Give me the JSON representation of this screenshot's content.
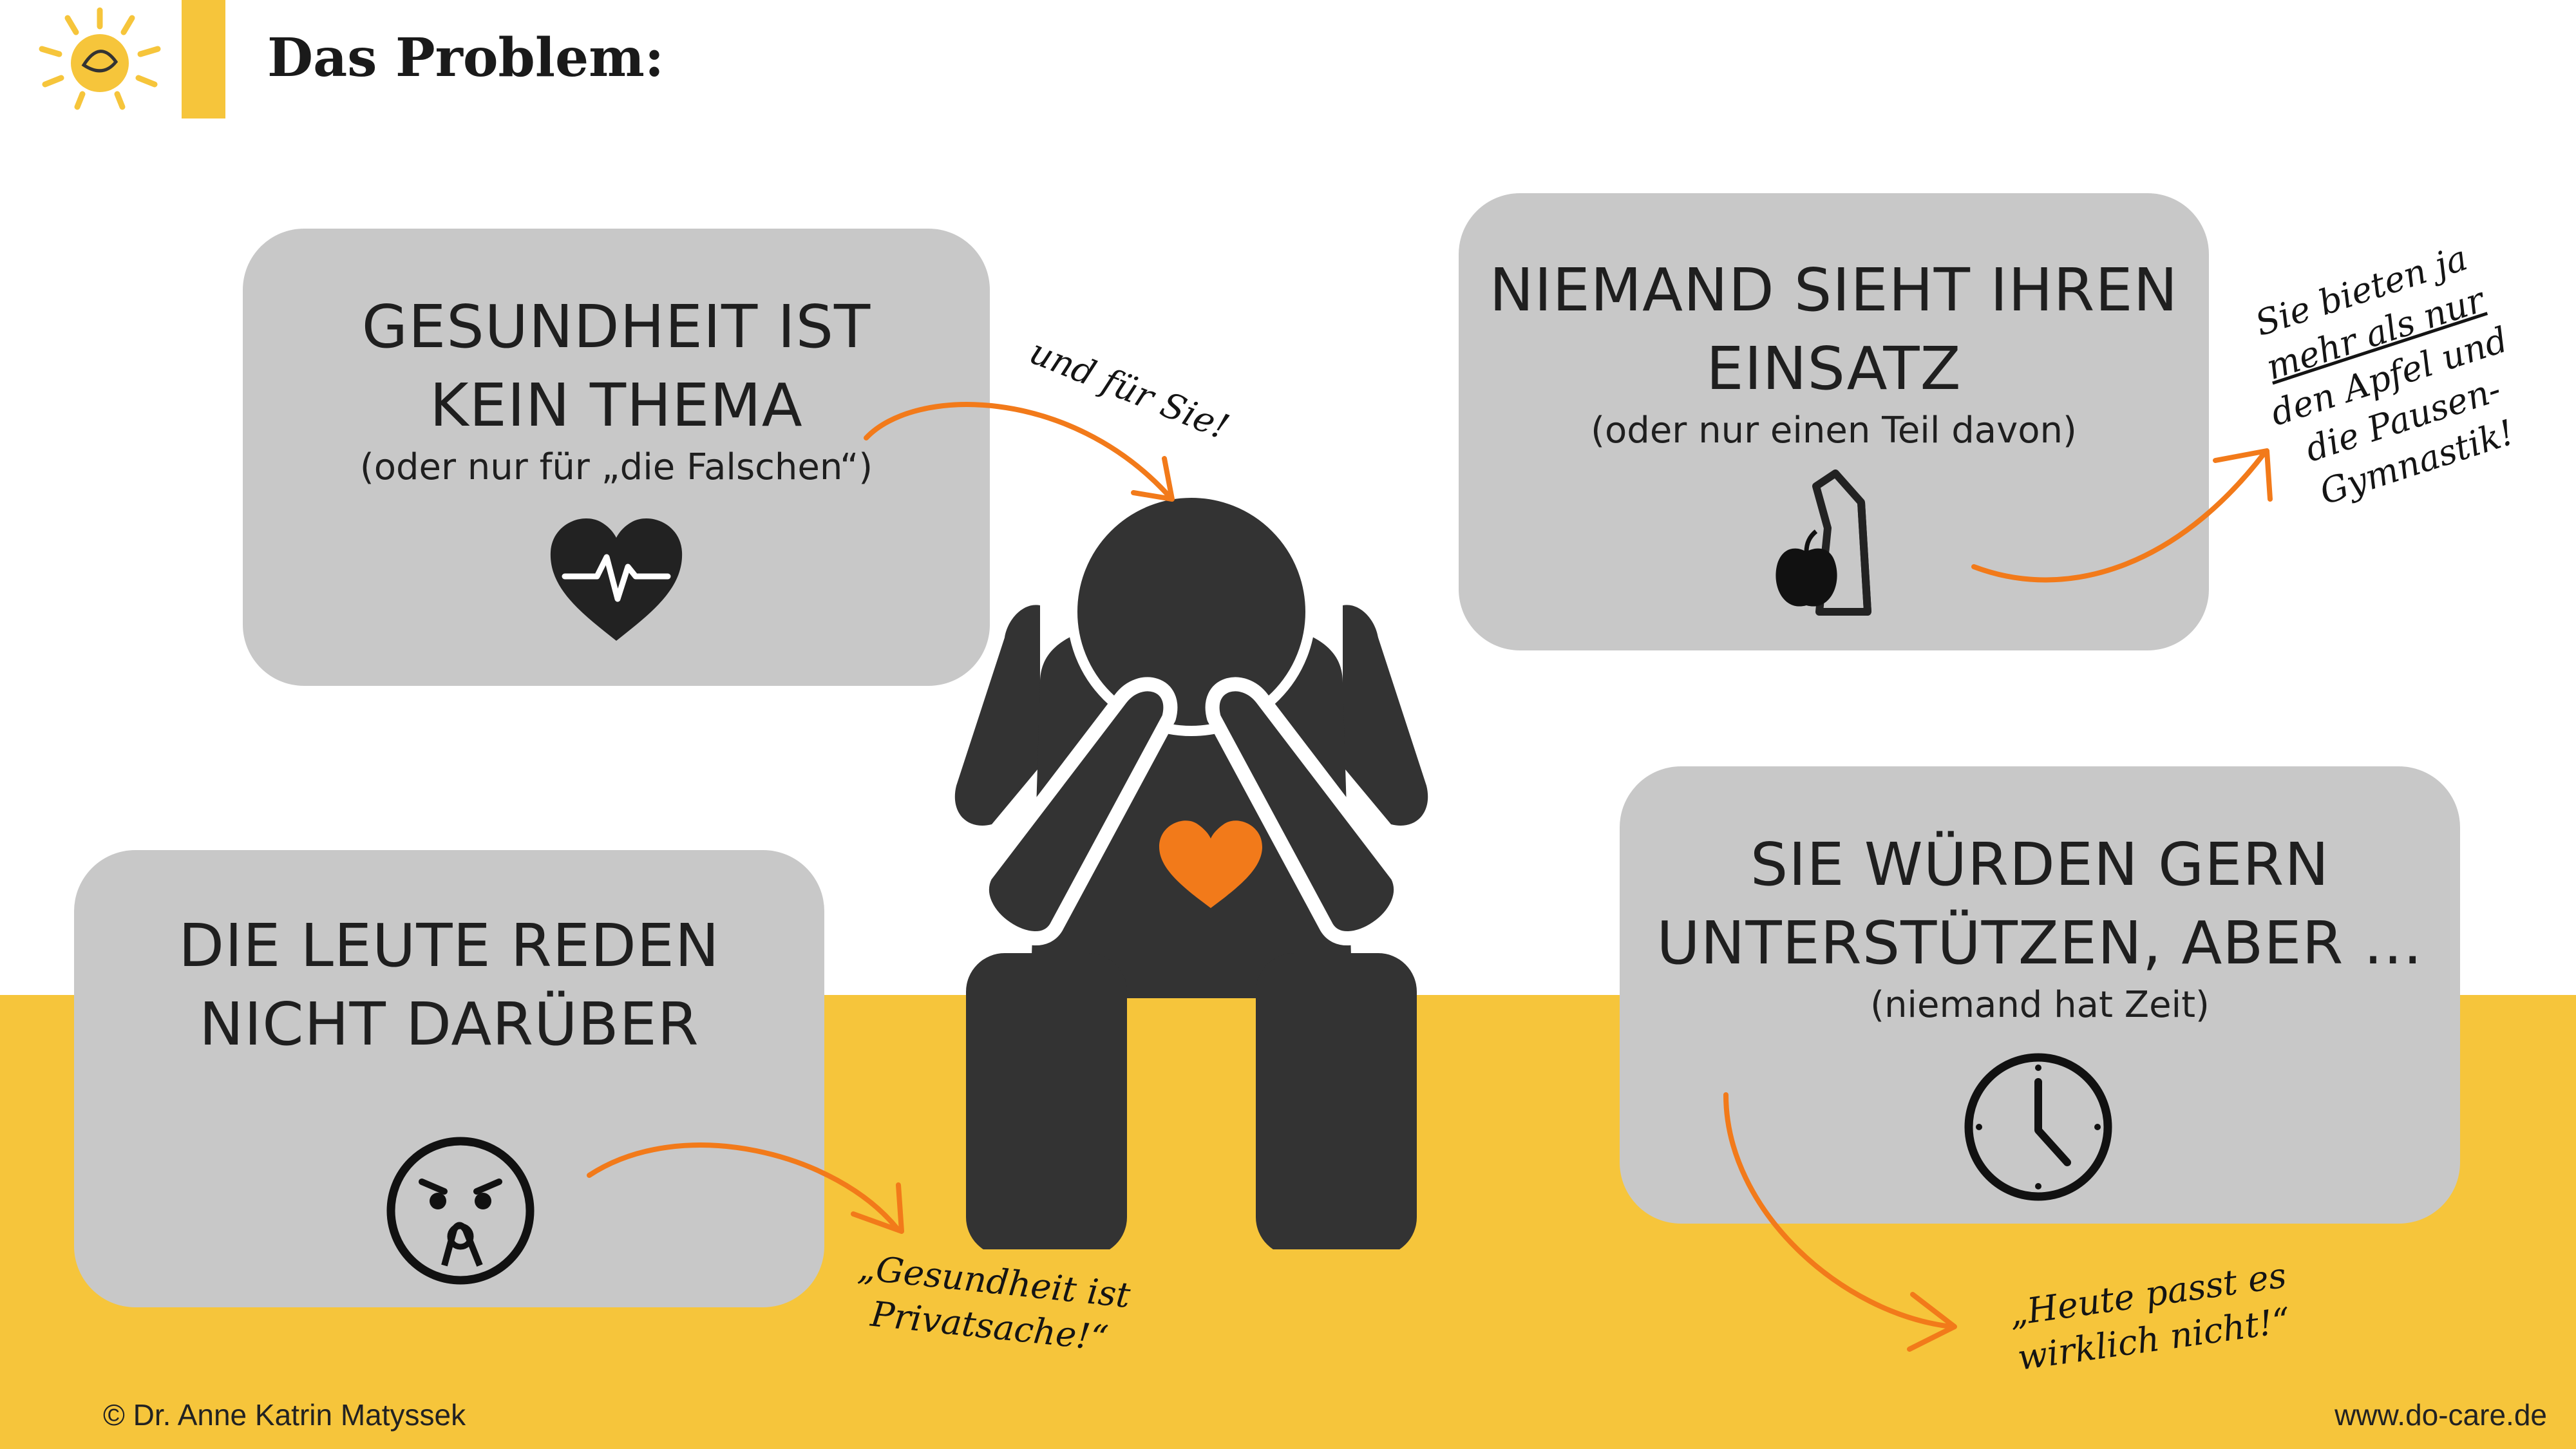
{
  "header": {
    "title": "Das Problem:"
  },
  "cards": {
    "health": {
      "heading_lines": [
        "GESUNDHEIT IST",
        "KEIN THEMA"
      ],
      "sub": "(oder nur für „die Falschen“)",
      "icon": "heartbeat-icon"
    },
    "nobody": {
      "heading_lines": [
        "NIEMAND SIEHT IHREN",
        "EINSATZ"
      ],
      "sub": "(oder nur einen Teil davon)",
      "icon": "apple-bag-icon"
    },
    "talk": {
      "heading_lines": [
        "DIE LEUTE REDEN",
        "NICHT DARÜBER"
      ],
      "icon": "shushing-face-icon"
    },
    "support": {
      "heading_lines": [
        "SIE WÜRDEN GERN",
        "UNTERSTÜTZEN, ABER …"
      ],
      "sub": "(niemand hat Zeit)",
      "icon": "clock-icon"
    }
  },
  "notes": {
    "for_you": "und für Sie!",
    "more_lines": [
      "Sie bieten ja",
      "mehr als nur",
      "den Apfel und",
      "die Pausen-",
      "Gymnastik!"
    ],
    "private_lines": [
      "„Gesundheit ist",
      "Privatsache!“"
    ],
    "today_lines": [
      "„Heute passt es",
      "wirklich nicht!“"
    ]
  },
  "footer": {
    "copyright": "©  Dr. Anne Katrin Matyssek",
    "website": "www.do-care.de"
  },
  "colors": {
    "accent_yellow": "#f6c53b",
    "card_gray": "#c8c8c8",
    "arrow_orange": "#f27a1a",
    "figure_dark": "#333333"
  }
}
